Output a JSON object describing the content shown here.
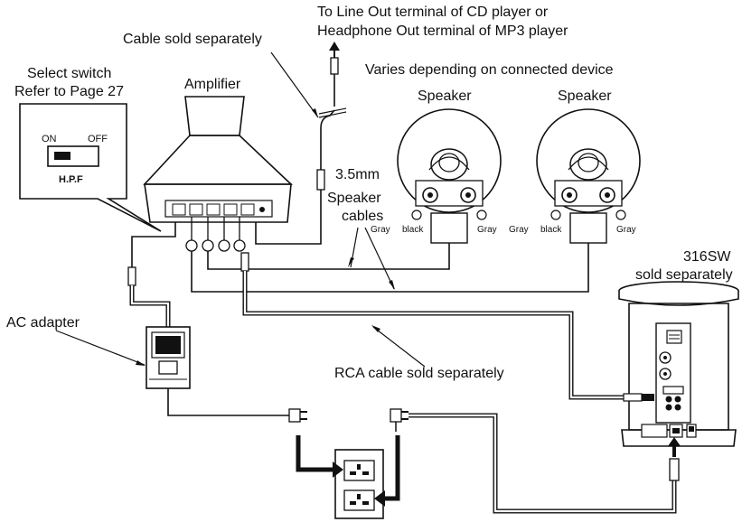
{
  "labels": {
    "source_line1": "To Line Out terminal of CD player or",
    "source_line2": "Headphone Out terminal of MP3 player",
    "cable_sold_separately": "Cable sold separately",
    "select_switch_line1": "Select switch",
    "select_switch_line2": "Refer to Page 27",
    "amplifier": "Amplifier",
    "varies": "Varies depending on connected device",
    "speaker_left": "Speaker",
    "speaker_right": "Speaker",
    "jack_size": "3.5mm",
    "speaker_cables_line1": "Speaker",
    "speaker_cables_line2": "cables",
    "switch_on": "ON",
    "switch_off": "OFF",
    "switch_name": "H.P.F",
    "wire_gray_1": "Gray",
    "wire_black_1": "black",
    "wire_gray_2": "Gray",
    "wire_gray_3": "Gray",
    "wire_black_2": "black",
    "wire_gray_4": "Gray",
    "subwoofer_line1": "316SW",
    "subwoofer_line2": "sold separately",
    "ac_adapter": "AC adapter",
    "rca_cable": "RCA cable  sold separately"
  },
  "colors": {
    "line": "#111111",
    "background": "#ffffff"
  }
}
